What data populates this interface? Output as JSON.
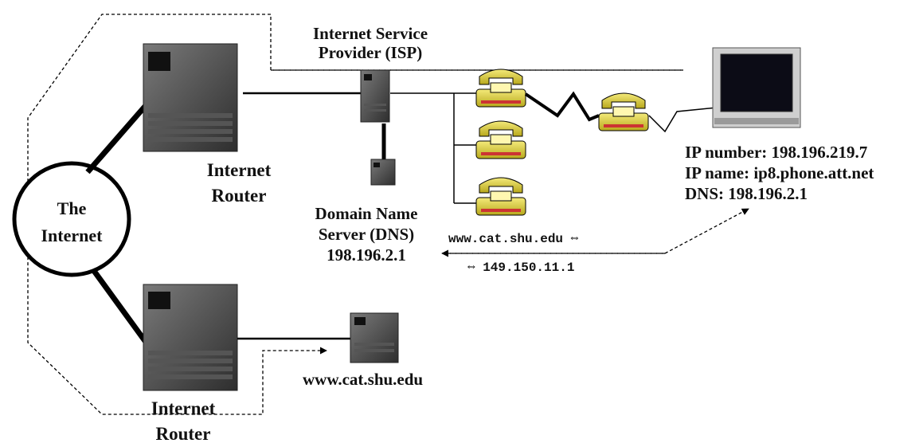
{
  "isp": {
    "line1": "Internet Service",
    "line2": "Provider (ISP)"
  },
  "router_top": {
    "line1": "Internet",
    "line2": "Router"
  },
  "router_bottom": {
    "line1": "Internet",
    "line2": "Router"
  },
  "internet": {
    "line1": "The",
    "line2": "Internet"
  },
  "dns_server": {
    "line1": "Domain Name",
    "line2": "Server (DNS)",
    "line3": "198.196.2.1"
  },
  "lookup": {
    "query": "www.cat.shu.edu ⇔",
    "answer": "⇔ 149.150.11.1"
  },
  "client": {
    "ip_number": "IP number: 198.196.219.7",
    "ip_name": "IP name: ip8.phone.att.net",
    "dns": "DNS: 198.196.2.1"
  },
  "web_server": {
    "label": "www.cat.shu.edu"
  },
  "colors": {
    "phone": "#e8d84a",
    "server_dark": "#3a3a3a",
    "server_light": "#6a6a6a",
    "line": "#000000"
  }
}
